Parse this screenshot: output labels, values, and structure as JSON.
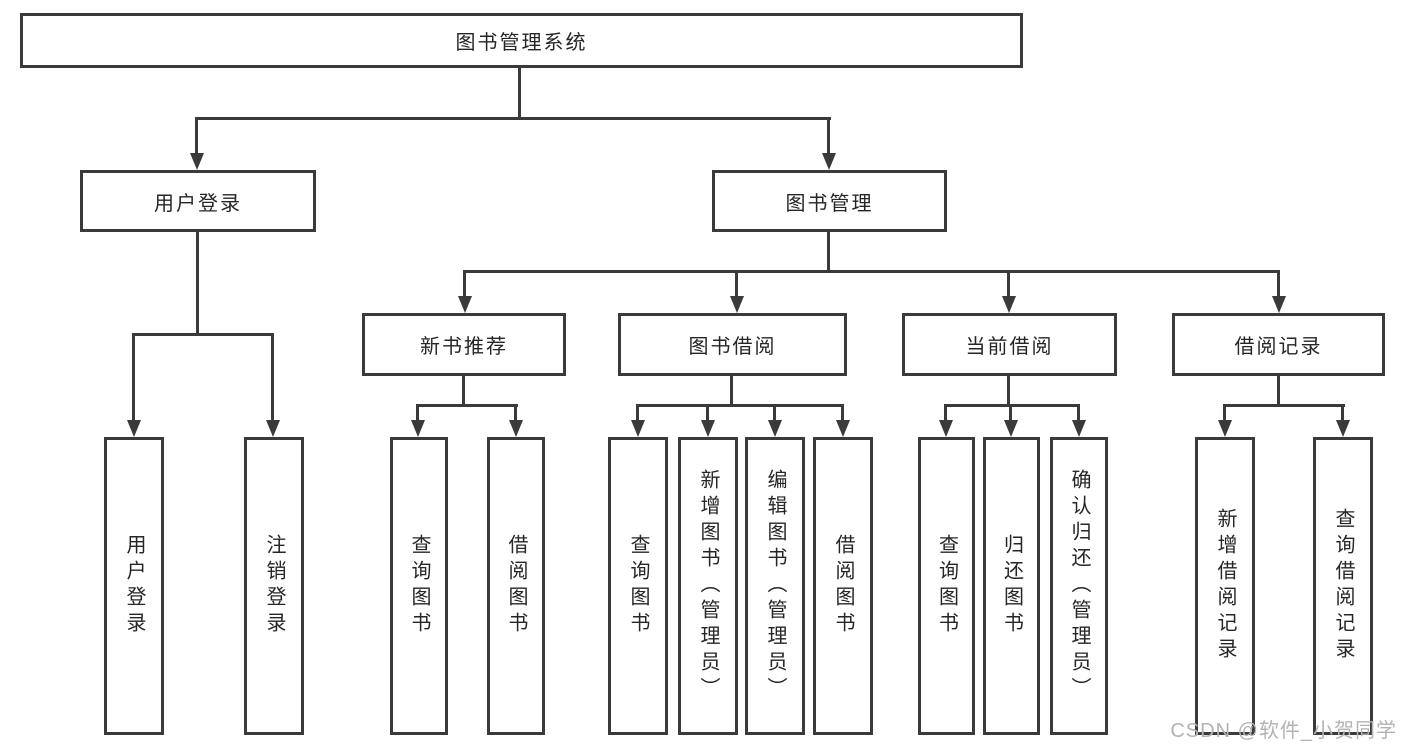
{
  "tree": {
    "root": "图书管理系统",
    "children": [
      {
        "label": "用户登录",
        "children": [
          "用户登录",
          "注销登录"
        ]
      },
      {
        "label": "图书管理",
        "children": [
          {
            "label": "新书推荐",
            "children": [
              "查询图书",
              "借阅图书"
            ]
          },
          {
            "label": "图书借阅",
            "children": [
              "查询图书",
              "新增图书（管理员）",
              "编辑图书（管理员）",
              "借阅图书"
            ]
          },
          {
            "label": "当前借阅",
            "children": [
              "查询图书",
              "归还图书",
              "确认归还（管理员）"
            ]
          },
          {
            "label": "借阅记录",
            "children": [
              "新增借阅记录",
              "查询借阅记录"
            ]
          }
        ]
      }
    ]
  },
  "watermark": "CSDN @软件_小贺同学",
  "colors": {
    "line": "#3a3a3a",
    "box_background": "#ffffff",
    "text": "#262626",
    "watermark": "#b3b3b3"
  }
}
